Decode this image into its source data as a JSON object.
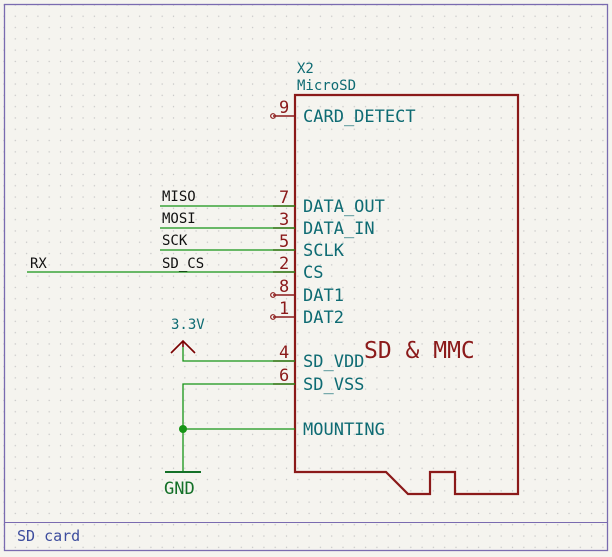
{
  "sheet": {
    "label": "SD card"
  },
  "component": {
    "ref": "X2",
    "value": "MicroSD",
    "body_text": "SD & MMC",
    "pins": [
      {
        "name": "CARD_DETECT",
        "num": "9"
      },
      {
        "name": "DATA_OUT",
        "num": "7"
      },
      {
        "name": "DATA_IN",
        "num": "3"
      },
      {
        "name": "SCLK",
        "num": "5"
      },
      {
        "name": "CS",
        "num": "2"
      },
      {
        "name": "DAT1",
        "num": "8"
      },
      {
        "name": "DAT2",
        "num": "1"
      },
      {
        "name": "SD_VDD",
        "num": "4"
      },
      {
        "name": "SD_VSS",
        "num": "6"
      },
      {
        "name": "MOUNTING",
        "num": ""
      }
    ]
  },
  "nets": {
    "miso": "MISO",
    "mosi": "MOSI",
    "sck": "SCK",
    "sd_cs": "SD_CS",
    "rx": "RX"
  },
  "power": {
    "supply": "3.3V",
    "ground": "GND"
  },
  "colors": {
    "background": "#f5f4ef",
    "grid": "#c8c8c8",
    "frame": "#7a6bb0",
    "frame_text": "#3d4d9e",
    "symbol_body": "#8b1a1a",
    "pin_name": "#0e6b73",
    "wire": "#169416",
    "power": "#7a0000",
    "ground": "#147028"
  }
}
